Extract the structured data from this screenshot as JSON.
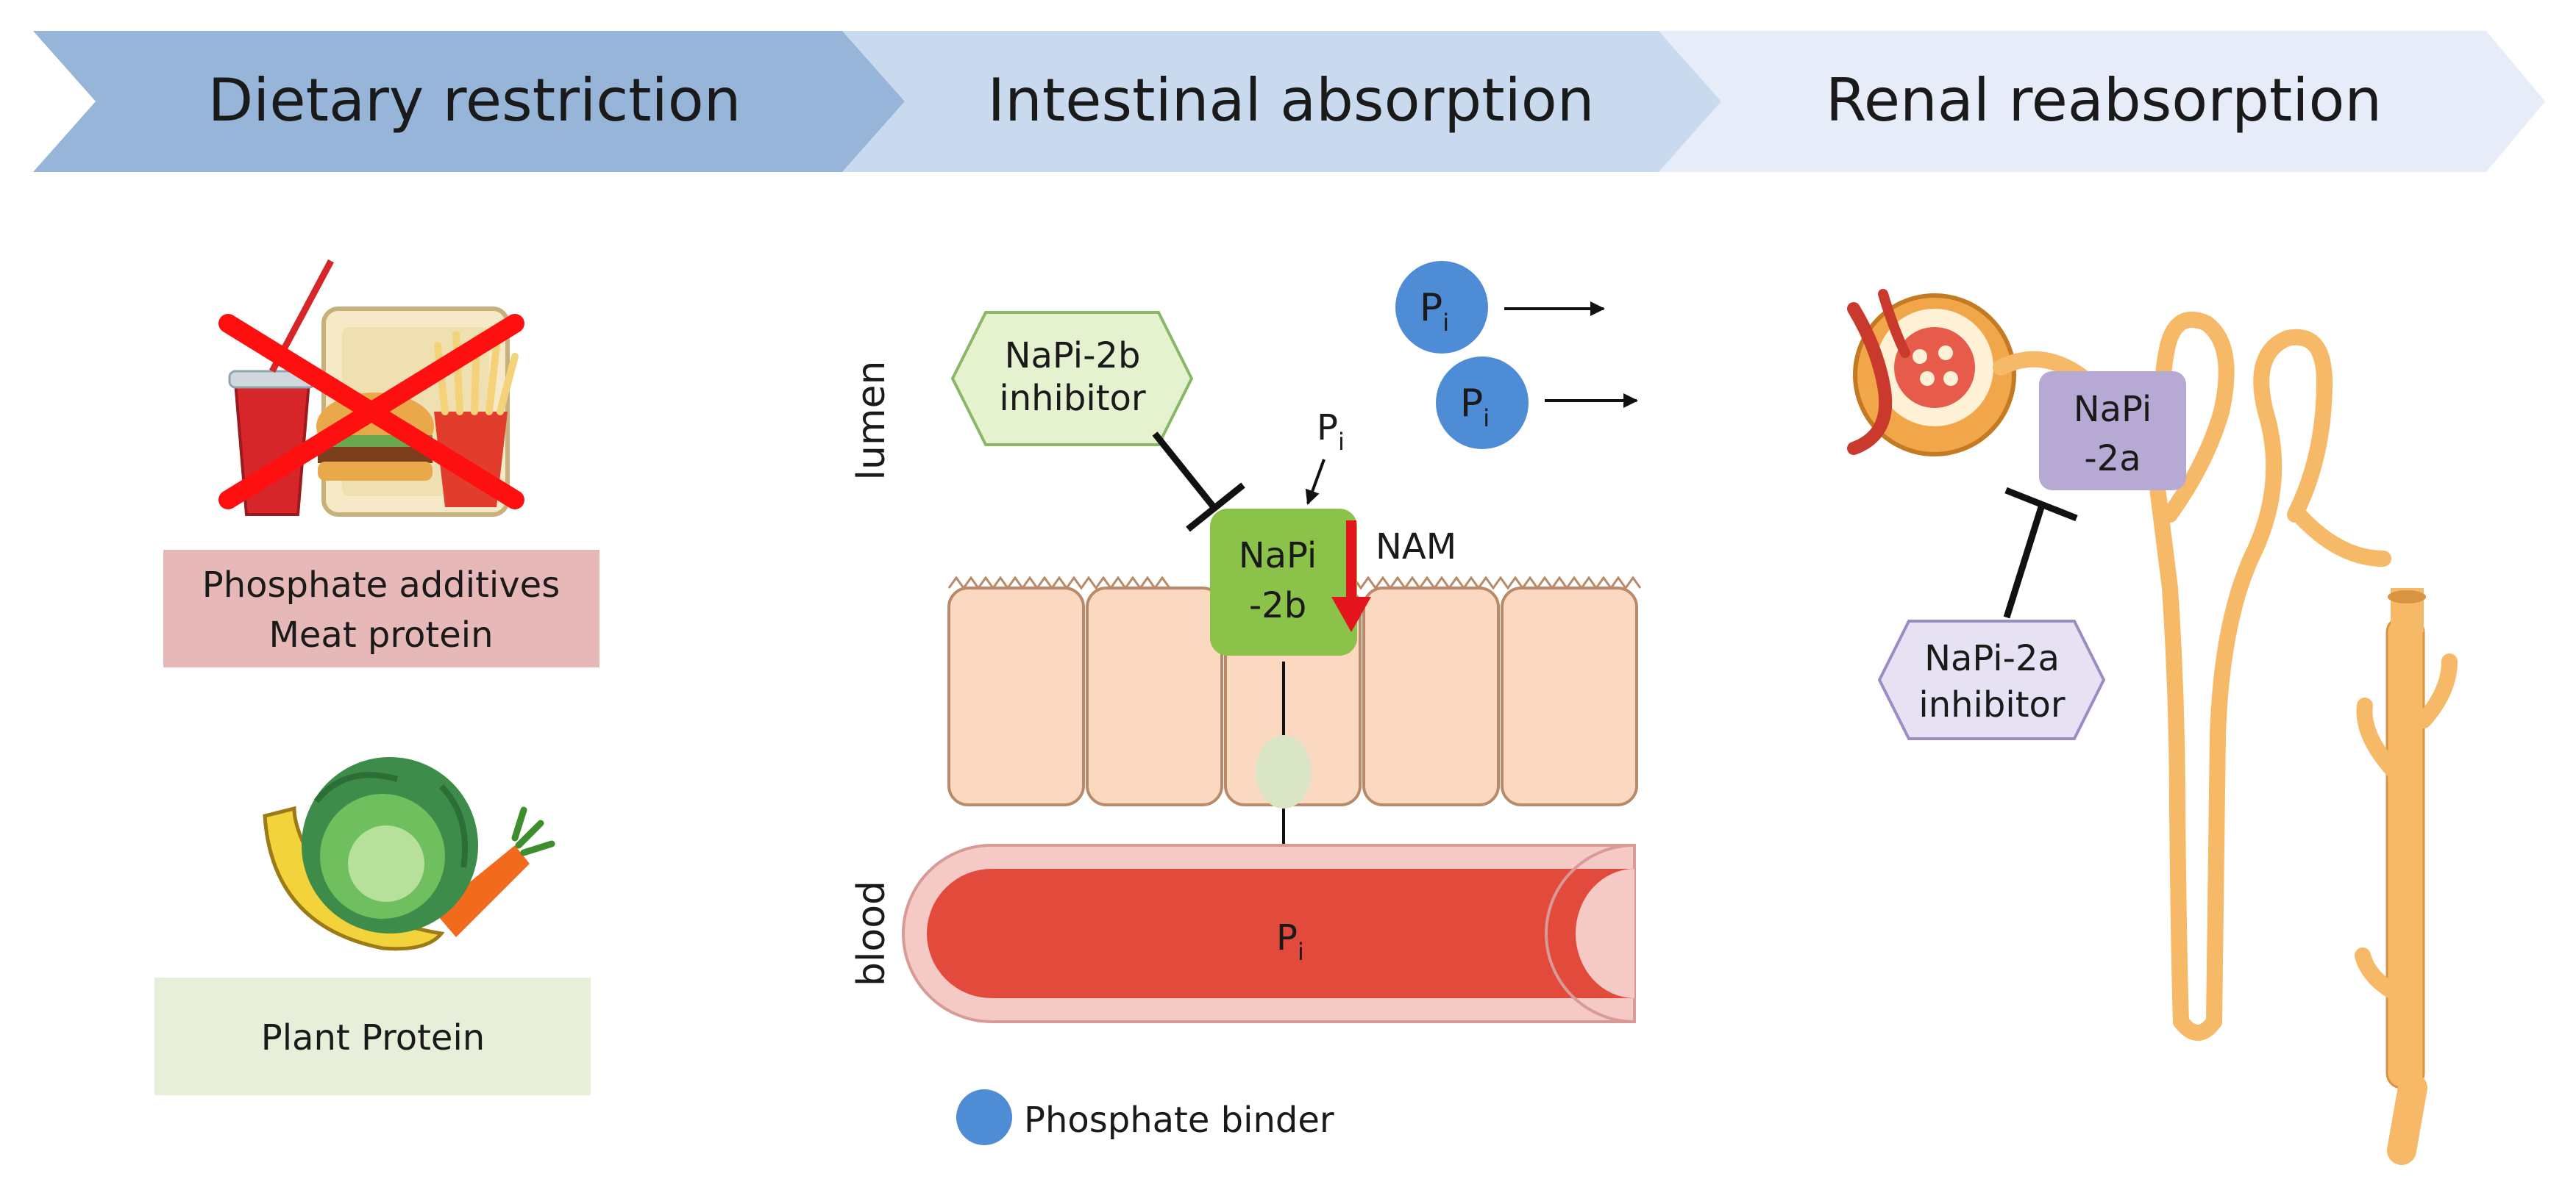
{
  "header": {
    "dietary": "Dietary restriction",
    "intestinal": "Intestinal absorption",
    "renal": "Renal reabsorption"
  },
  "diet": {
    "bad_line1": "Phosphate additives",
    "bad_line2": "Meat protein",
    "good": "Plant Protein"
  },
  "intestine": {
    "lumen": "lumen",
    "blood": "blood",
    "inhibitor_line1": "NaPi-2b",
    "inhibitor_line2": "inhibitor",
    "transporter_line1": "NaPi",
    "transporter_line2": "-2b",
    "nam": "NAM",
    "pi_main": "P",
    "pi_sub": "i"
  },
  "kidney": {
    "transporter_line1": "NaPi",
    "transporter_line2": "-2a",
    "inhibitor_line1": "NaPi-2a",
    "inhibitor_line2": "inhibitor"
  },
  "legend": {
    "binder": "Phosphate binder"
  },
  "colors": {
    "chevron1": "#97b4d9",
    "chevron2": "#c9d9ee",
    "chevron3": "#e6edf8",
    "binder_blue": "#4f8cd6",
    "napi2b_green": "#8bc34a",
    "inhibitor_green": "#e4f2cf",
    "napi2a_purple": "#b6a9d3",
    "inhibitor_purple": "#e6e1f3",
    "nam_red": "#e3141b",
    "bad_box": "#e6b8b7",
    "good_box": "#e7eed9"
  }
}
